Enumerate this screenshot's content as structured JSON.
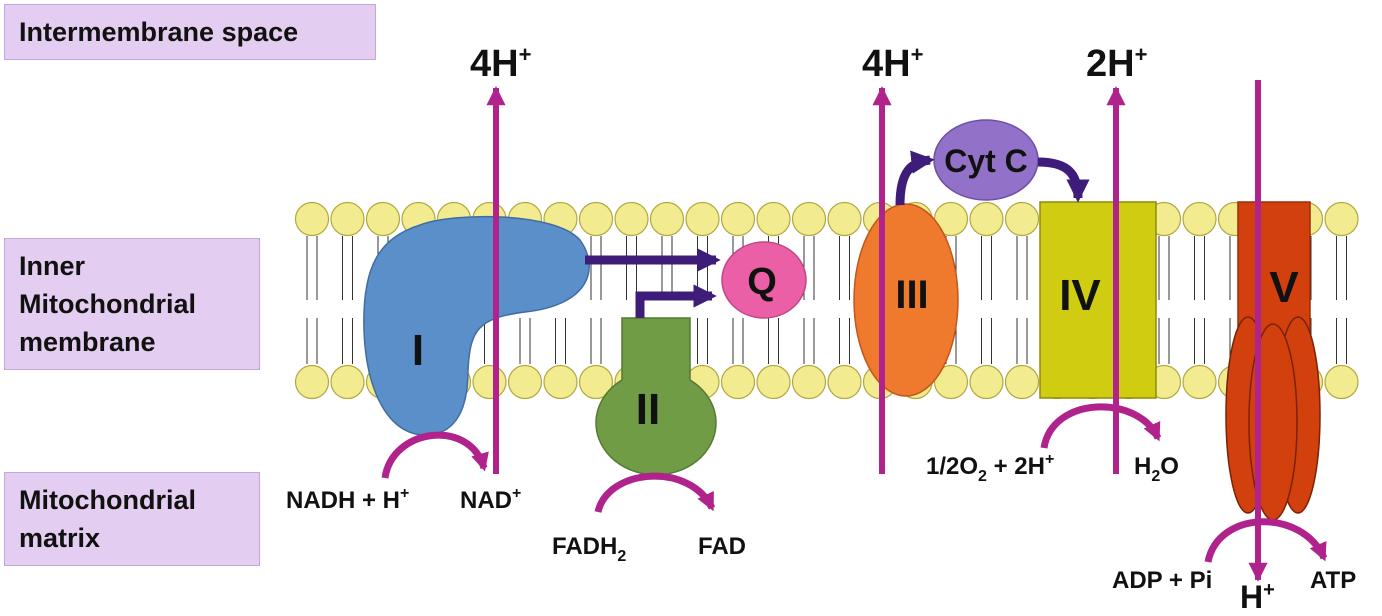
{
  "regions": {
    "intermembrane_space": "Intermembrane space",
    "inner_membrane": [
      "Inner",
      "Mitochondrial",
      "membrane"
    ],
    "matrix": [
      "Mitochondrial",
      "matrix"
    ]
  },
  "complexes": {
    "c1": "I",
    "c2": "II",
    "c3": "III",
    "c4": "IV",
    "c5": "V",
    "q": "Q",
    "cytc": "Cyt C"
  },
  "proton_labels": {
    "c1": {
      "base": "4H",
      "sup": "+"
    },
    "c3": {
      "base": "4H",
      "sup": "+"
    },
    "c4": {
      "base": "2H",
      "sup": "+"
    },
    "c5": {
      "base": "H",
      "sup": "+"
    }
  },
  "reactions": {
    "c1_in": {
      "base": "NADH + H",
      "sup": "+"
    },
    "c1_out": {
      "base": "NAD",
      "sup": "+"
    },
    "c2_in": {
      "base": "FADH",
      "sub": "2"
    },
    "c2_out": "FAD",
    "c4_in": {
      "a": "1/2O",
      "sub": "2",
      "b": " + 2H",
      "sup": "+"
    },
    "c4_out": {
      "a": "H",
      "sub": "2",
      "b": "O"
    },
    "c5_in": "ADP + Pi",
    "c5_out": "ATP"
  },
  "colors": {
    "region_box": "#e3cdf0",
    "lipid_head": "#f3eb8f",
    "complex_I": "#5b8fc9",
    "complex_II": "#6f9c45",
    "complex_III": "#ef7a2e",
    "complex_IV": "#cfcc12",
    "complex_V": "#d2400e",
    "q": "#ea5fa6",
    "cyt_c": "#9271c8",
    "proton_arrow": "#b0238c",
    "electron_arrow": "#3e1d7a"
  }
}
